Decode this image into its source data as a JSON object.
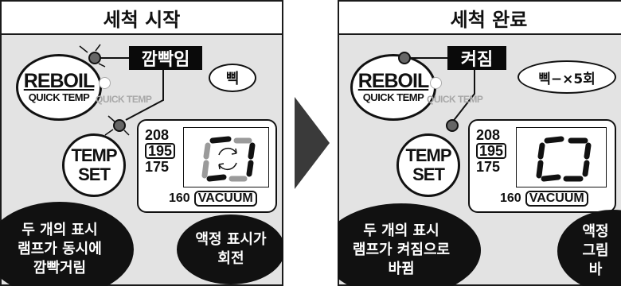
{
  "left_panel": {
    "title": "세척 시작",
    "reboil_main": "REBOIL",
    "reboil_sub": "QUICK TEMP",
    "quick_temp_label": "QUICK TEMP",
    "status_label": "깜빡임",
    "bubble_text": "삑",
    "tempset_line1": "TEMP",
    "tempset_line2": "SET",
    "display": {
      "t1": "208",
      "t2": "195",
      "t3": "175",
      "t4": "160",
      "vacuum": "VACUUM"
    },
    "oval_left": [
      "두 개의 표시",
      "램프가 동시에",
      "깜빡거림"
    ],
    "oval_right": [
      "액정 표시가",
      "회전"
    ]
  },
  "right_panel": {
    "title": "세척 완료",
    "reboil_main": "REBOIL",
    "reboil_sub": "QUICK TEMP",
    "quick_temp_label": "QUICK TEMP",
    "status_label": "켜짐",
    "bubble_text": "삑−×5회",
    "tempset_line1": "TEMP",
    "tempset_line2": "SET",
    "display": {
      "t1": "208",
      "t2": "195",
      "t3": "175",
      "t4": "160",
      "vacuum": "VACUUM"
    },
    "oval_left": [
      "두 개의 표시",
      "램프가 켜짐으로",
      "바뀜"
    ],
    "oval_right": [
      "액정",
      "그림",
      "바"
    ]
  }
}
